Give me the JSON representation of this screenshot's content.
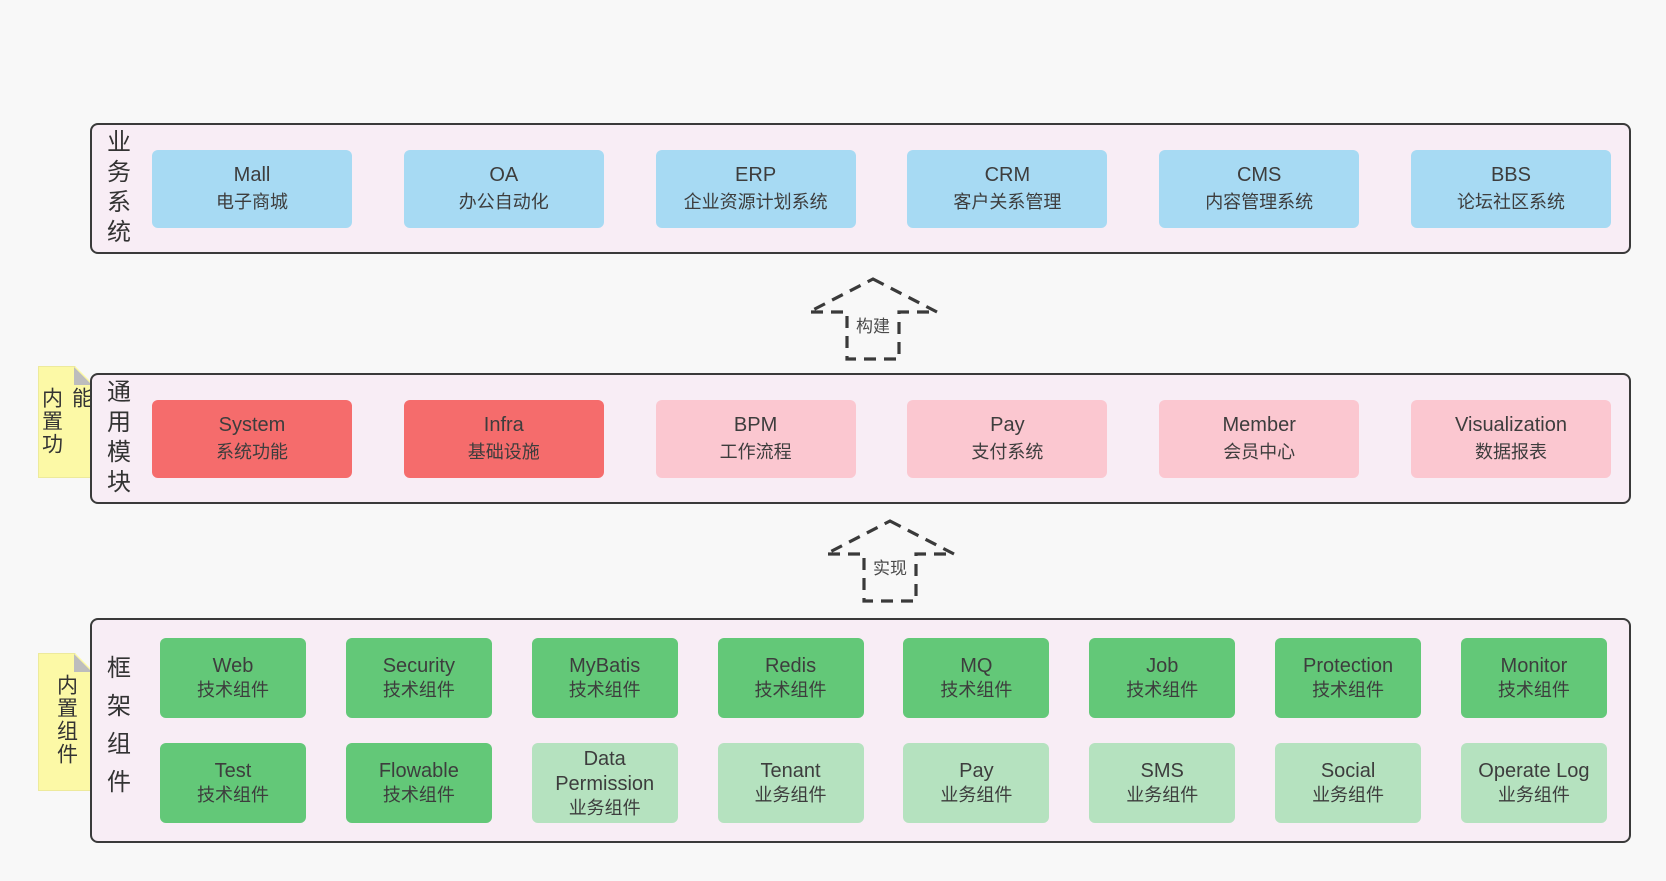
{
  "colors": {
    "background": "#f8f8f8",
    "panel": "#f8edf5",
    "border": "#3a3a3a",
    "blue": "#a7daf3",
    "red": "#f56c6c",
    "pink": "#fbc7d0",
    "green": "#63c878",
    "lightgreen": "#b5e2bf",
    "yellow": "#fcf9a6",
    "fold": "#bdbdbd",
    "text": "#3d3d3d"
  },
  "arrows": [
    {
      "label": "构建"
    },
    {
      "label": "实现"
    }
  ],
  "layers": [
    {
      "id": "business",
      "label": "业务系统",
      "boxes": [
        {
          "name": "Mall",
          "desc": "电子商城",
          "type": "blue"
        },
        {
          "name": "OA",
          "desc": "办公自动化",
          "type": "blue"
        },
        {
          "name": "ERP",
          "desc": "企业资源计划系统",
          "type": "blue"
        },
        {
          "name": "CRM",
          "desc": "客户关系管理",
          "type": "blue"
        },
        {
          "name": "CMS",
          "desc": "内容管理系统",
          "type": "blue"
        },
        {
          "name": "BBS",
          "desc": "论坛社区系统",
          "type": "blue"
        }
      ]
    },
    {
      "id": "modules",
      "label": "通用模块",
      "note": "内置功能",
      "boxes": [
        {
          "name": "System",
          "desc": "系统功能",
          "type": "red"
        },
        {
          "name": "Infra",
          "desc": "基础设施",
          "type": "red"
        },
        {
          "name": "BPM",
          "desc": "工作流程",
          "type": "pink"
        },
        {
          "name": "Pay",
          "desc": "支付系统",
          "type": "pink"
        },
        {
          "name": "Member",
          "desc": "会员中心",
          "type": "pink"
        },
        {
          "name": "Visualization",
          "desc": "数据报表",
          "type": "pink"
        }
      ]
    },
    {
      "id": "components",
      "label": "框架组件",
      "note": "内置组件",
      "rows": [
        [
          {
            "name": "Web",
            "desc": "技术组件",
            "type": "green"
          },
          {
            "name": "Security",
            "desc": "技术组件",
            "type": "green"
          },
          {
            "name": "MyBatis",
            "desc": "技术组件",
            "type": "green"
          },
          {
            "name": "Redis",
            "desc": "技术组件",
            "type": "green"
          },
          {
            "name": "MQ",
            "desc": "技术组件",
            "type": "green"
          },
          {
            "name": "Job",
            "desc": "技术组件",
            "type": "green"
          },
          {
            "name": "Protection",
            "desc": "技术组件",
            "type": "green"
          },
          {
            "name": "Monitor",
            "desc": "技术组件",
            "type": "green"
          }
        ],
        [
          {
            "name": "Test",
            "desc": "技术组件",
            "type": "green"
          },
          {
            "name": "Flowable",
            "desc": "技术组件",
            "type": "green"
          },
          {
            "name": "Data Permission",
            "desc": "业务组件",
            "type": "lightgreen"
          },
          {
            "name": "Tenant",
            "desc": "业务组件",
            "type": "lightgreen"
          },
          {
            "name": "Pay",
            "desc": "业务组件",
            "type": "lightgreen"
          },
          {
            "name": "SMS",
            "desc": "业务组件",
            "type": "lightgreen"
          },
          {
            "name": "Social",
            "desc": "业务组件",
            "type": "lightgreen"
          },
          {
            "name": "Operate Log",
            "desc": "业务组件",
            "type": "lightgreen"
          }
        ]
      ]
    }
  ]
}
